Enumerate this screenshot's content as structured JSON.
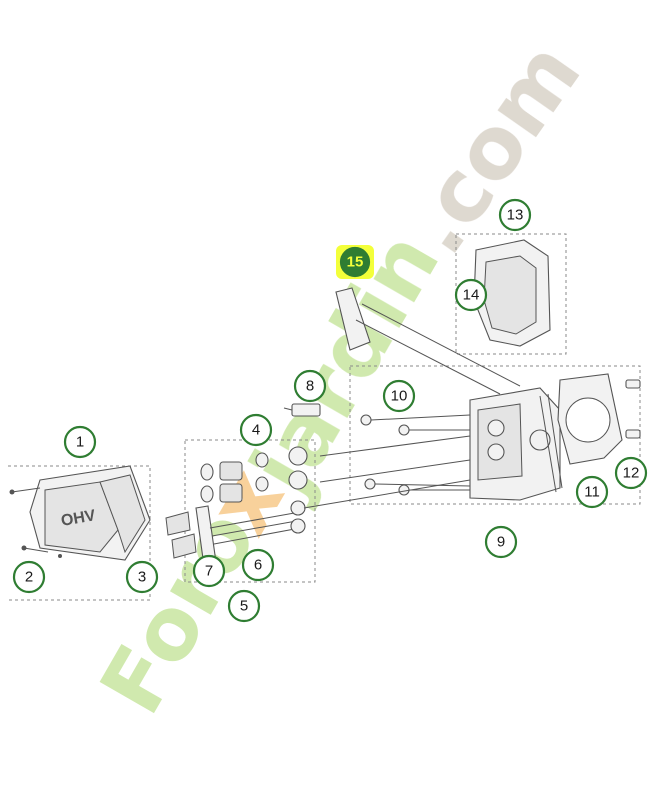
{
  "diagram": {
    "cover_marking": "OHV",
    "watermark": {
      "part1": "Foro",
      "part2": "x",
      "part3": "jardin",
      "part4": ".com"
    },
    "callouts": [
      {
        "label": "1"
      },
      {
        "label": "2"
      },
      {
        "label": "3"
      },
      {
        "label": "4"
      },
      {
        "label": "5"
      },
      {
        "label": "6"
      },
      {
        "label": "7"
      },
      {
        "label": "8"
      },
      {
        "label": "9"
      },
      {
        "label": "10"
      },
      {
        "label": "11"
      },
      {
        "label": "12"
      },
      {
        "label": "13"
      },
      {
        "label": "14"
      },
      {
        "label": "15",
        "highlighted": true
      }
    ],
    "colors": {
      "callout_ring": "#2f7d32",
      "highlight_fill": "#2f7d32",
      "highlight_text": "#f3ff3a",
      "watermark_green": "#c8e6a0",
      "watermark_orange": "#f7c98a",
      "watermark_gray": "#d9d2c8"
    }
  }
}
